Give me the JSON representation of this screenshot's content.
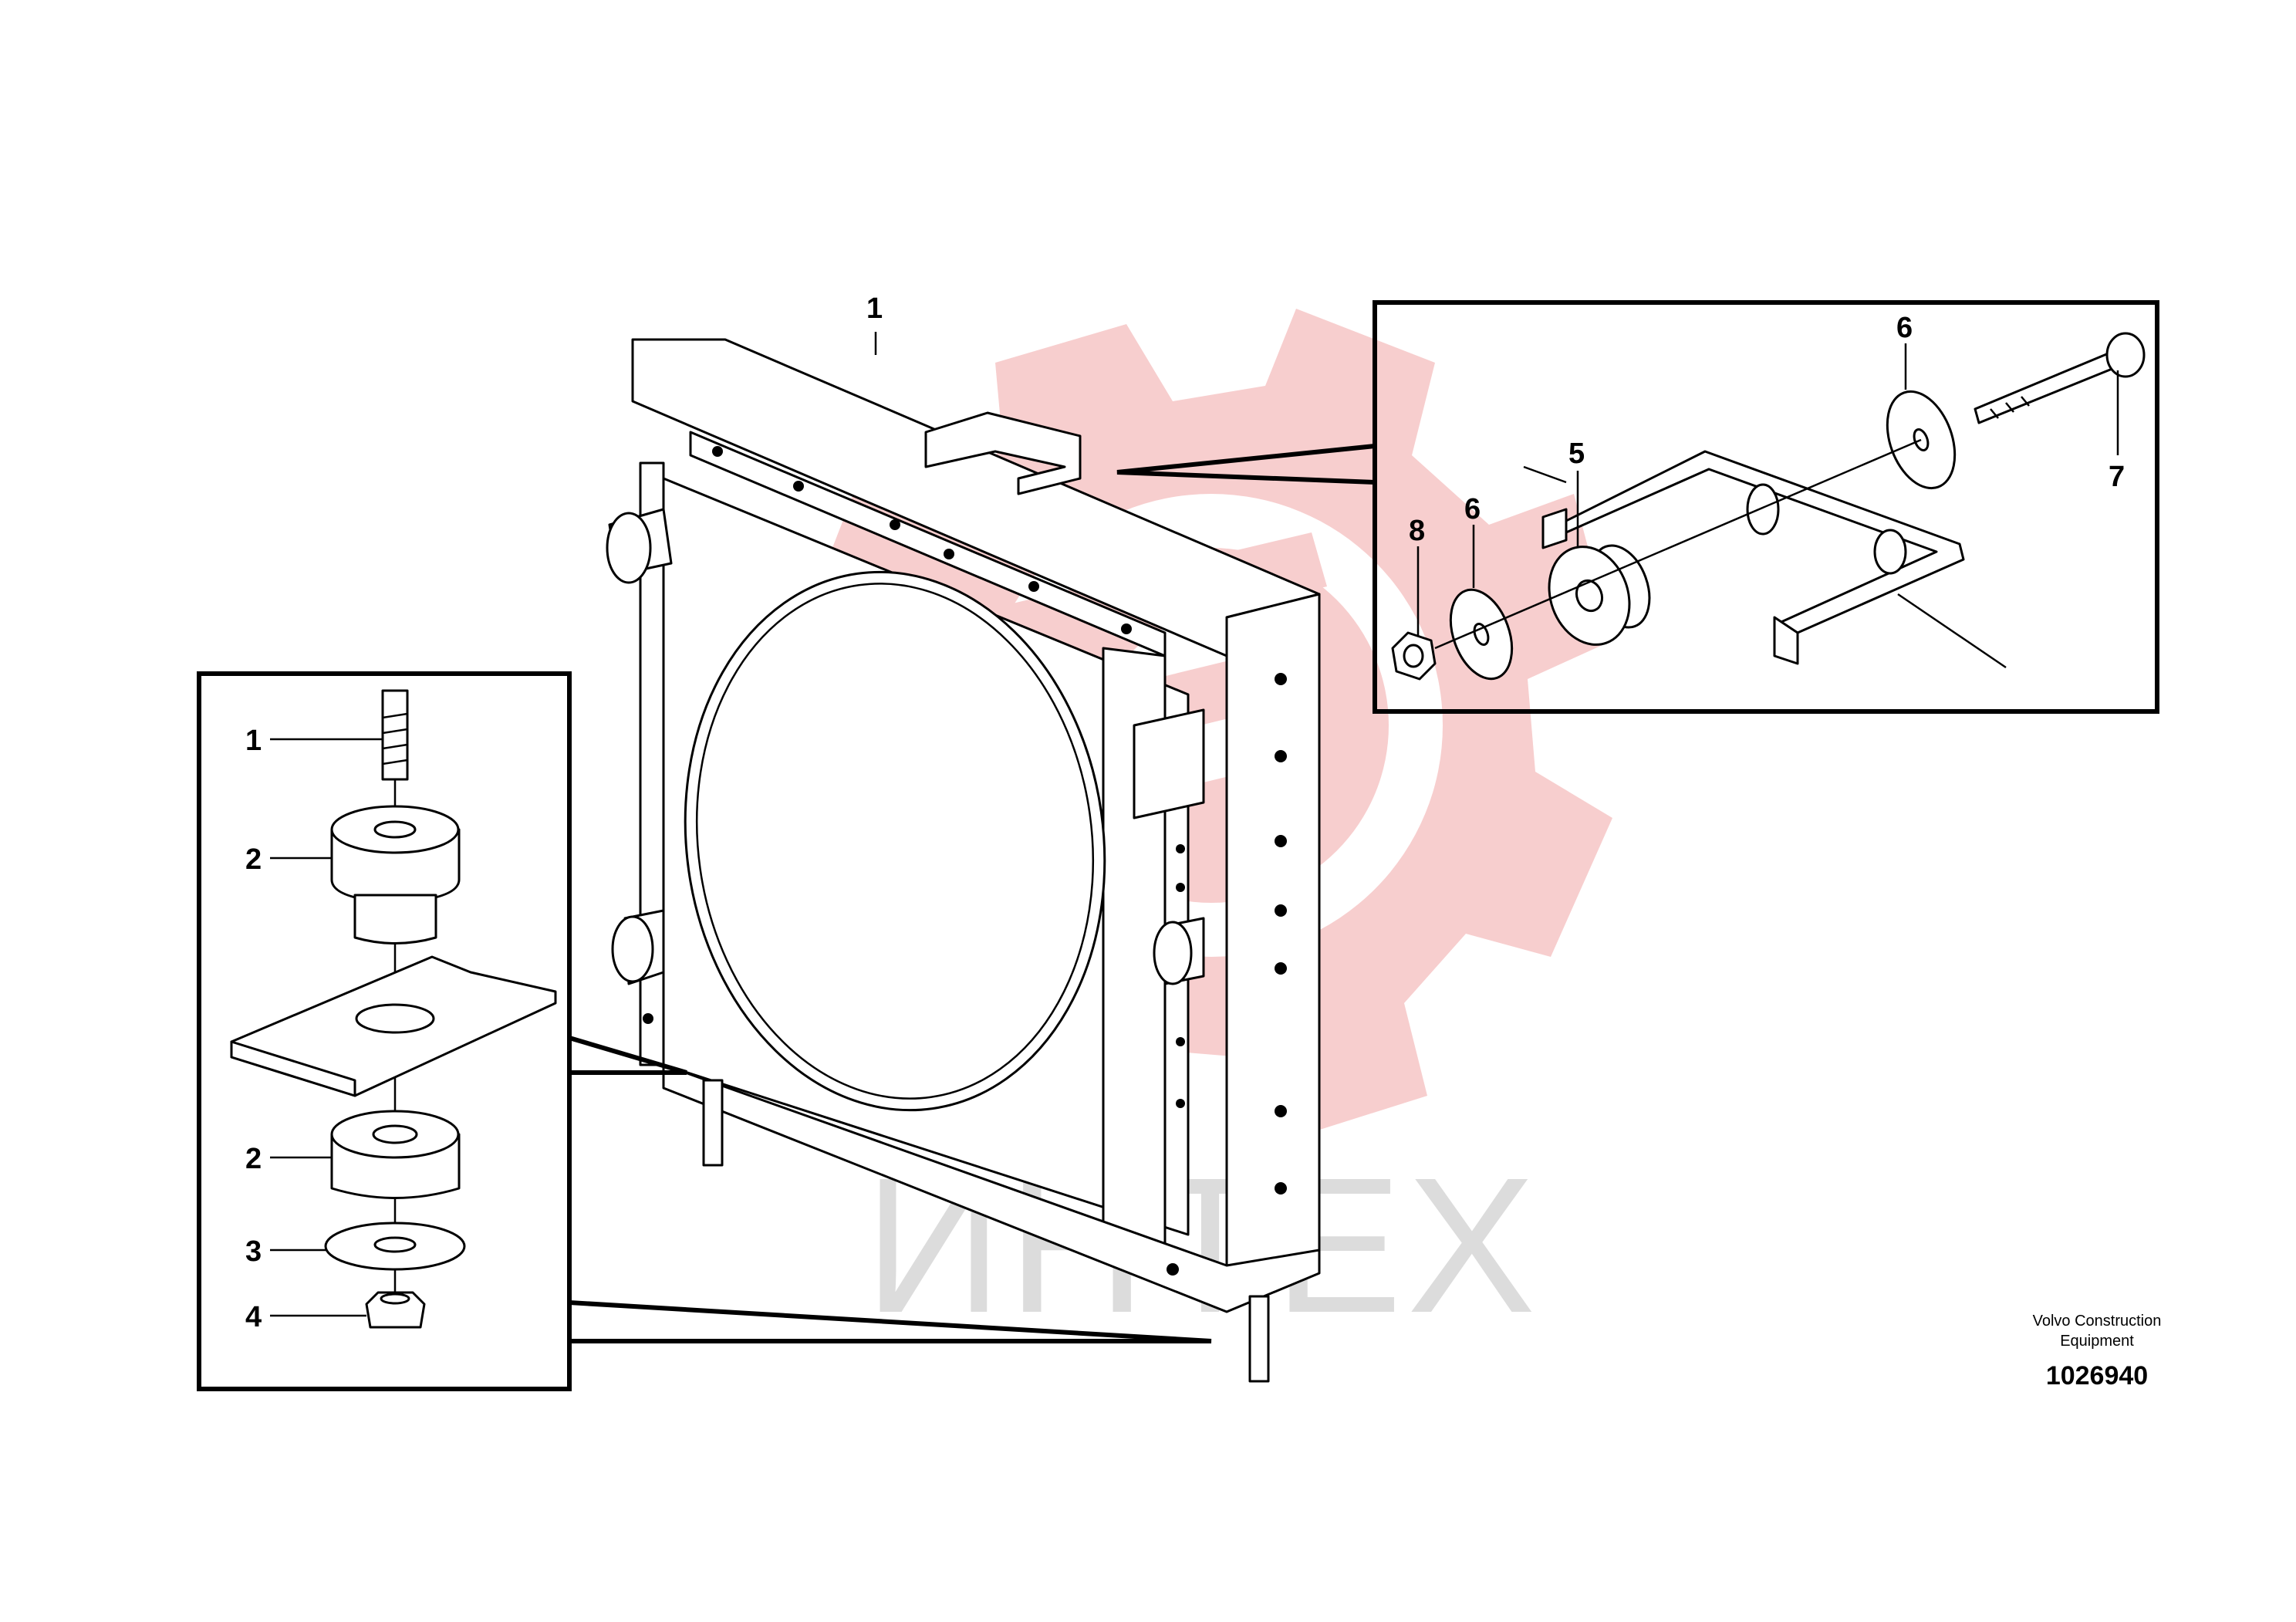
{
  "watermark": {
    "text": "ИНТЕХ",
    "gear_color": "#f6c6c6",
    "text_color": "#dcdcdc"
  },
  "callouts": {
    "main_1": "1",
    "left_1": "1",
    "left_2_top": "2",
    "left_2_bottom": "2",
    "left_3": "3",
    "left_4": "4",
    "right_5": "5",
    "right_6_top": "6",
    "right_6_left": "6",
    "right_7": "7",
    "right_8": "8"
  },
  "footer": {
    "brand_line1": "Volvo Construction",
    "brand_line2": "Equipment",
    "drawing_number": "1026940"
  }
}
